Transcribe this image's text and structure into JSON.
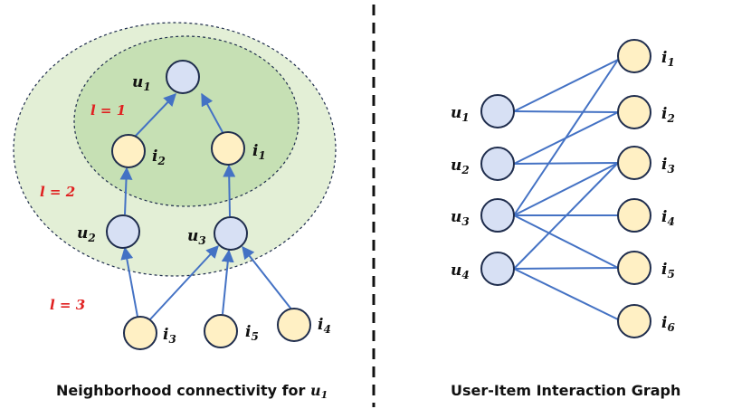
{
  "colors": {
    "user_fill": "#d7e0f4",
    "item_fill": "#fff0c4",
    "edge": "#4472c4",
    "outer_region": "#e3efd6",
    "inner_region": "#c6e0b4",
    "layer_label": "#e02020"
  },
  "left_panel": {
    "caption_text": "Neighborhood connectivity for",
    "caption_var": "u",
    "caption_sub": "1",
    "layers": [
      {
        "label": "l = 1"
      },
      {
        "label": "l = 2"
      },
      {
        "label": "l = 3"
      }
    ],
    "nodes": [
      {
        "name": "u",
        "sub": "1",
        "kind": "user"
      },
      {
        "name": "i",
        "sub": "2",
        "kind": "item"
      },
      {
        "name": "i",
        "sub": "1",
        "kind": "item"
      },
      {
        "name": "u",
        "sub": "2",
        "kind": "user"
      },
      {
        "name": "u",
        "sub": "3",
        "kind": "user"
      },
      {
        "name": "i",
        "sub": "3",
        "kind": "item"
      },
      {
        "name": "i",
        "sub": "5",
        "kind": "item"
      },
      {
        "name": "i",
        "sub": "4",
        "kind": "item"
      }
    ]
  },
  "right_panel": {
    "caption": "User-Item Interaction Graph",
    "users": [
      {
        "name": "u",
        "sub": "1"
      },
      {
        "name": "u",
        "sub": "2"
      },
      {
        "name": "u",
        "sub": "3"
      },
      {
        "name": "u",
        "sub": "4"
      }
    ],
    "items": [
      {
        "name": "i",
        "sub": "1"
      },
      {
        "name": "i",
        "sub": "2"
      },
      {
        "name": "i",
        "sub": "3"
      },
      {
        "name": "i",
        "sub": "4"
      },
      {
        "name": "i",
        "sub": "5"
      },
      {
        "name": "i",
        "sub": "6"
      }
    ]
  }
}
